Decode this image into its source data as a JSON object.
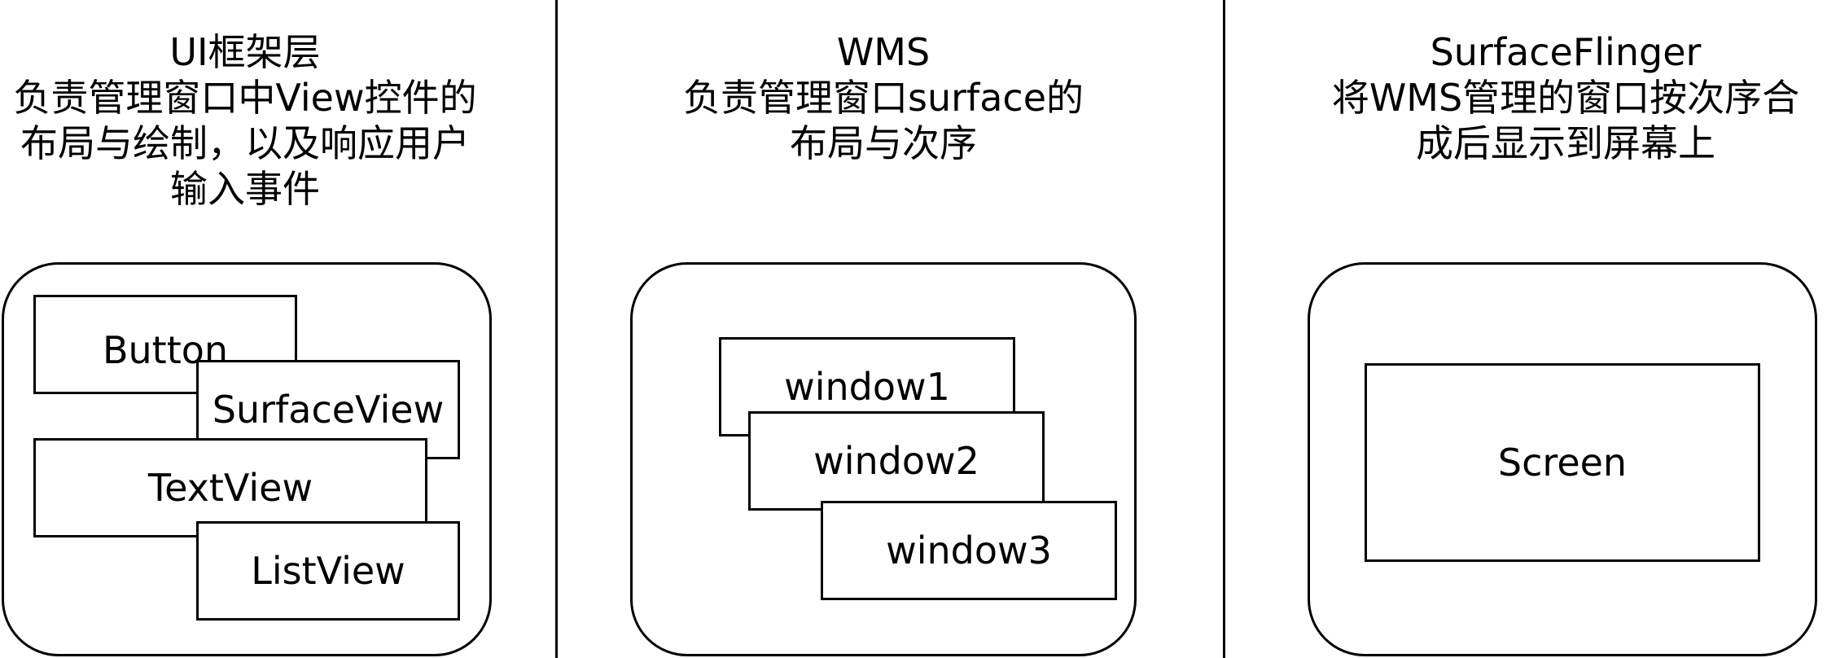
{
  "columns": [
    {
      "title_lines": [
        "UI框架层",
        "负责管理窗口中View控件的",
        "布局与绘制，以及响应用户",
        "输入事件"
      ],
      "boxes": [
        "Button",
        "SurfaceView",
        "TextView",
        "ListView"
      ]
    },
    {
      "title_lines": [
        "WMS",
        "负责管理窗口surface的",
        "布局与次序"
      ],
      "boxes": [
        "window1",
        "window2",
        "window3"
      ]
    },
    {
      "title_lines": [
        "SurfaceFlinger",
        "将WMS管理的窗口按次序合",
        "成后显示到屏幕上"
      ],
      "boxes": [
        "Screen"
      ]
    }
  ]
}
